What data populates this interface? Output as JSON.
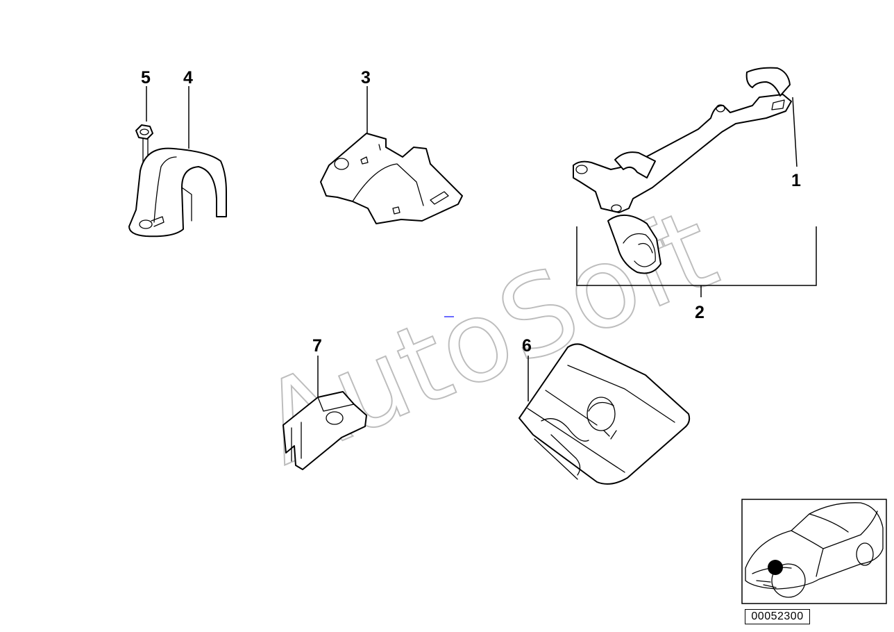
{
  "diagram": {
    "callouts": [
      "1",
      "2",
      "3",
      "4",
      "5",
      "6",
      "7"
    ],
    "watermark": "AutoSoft",
    "reference_number": "00052300",
    "thumbnail_icon": "car-location-thumbnail",
    "location_marker": "black-dot"
  }
}
